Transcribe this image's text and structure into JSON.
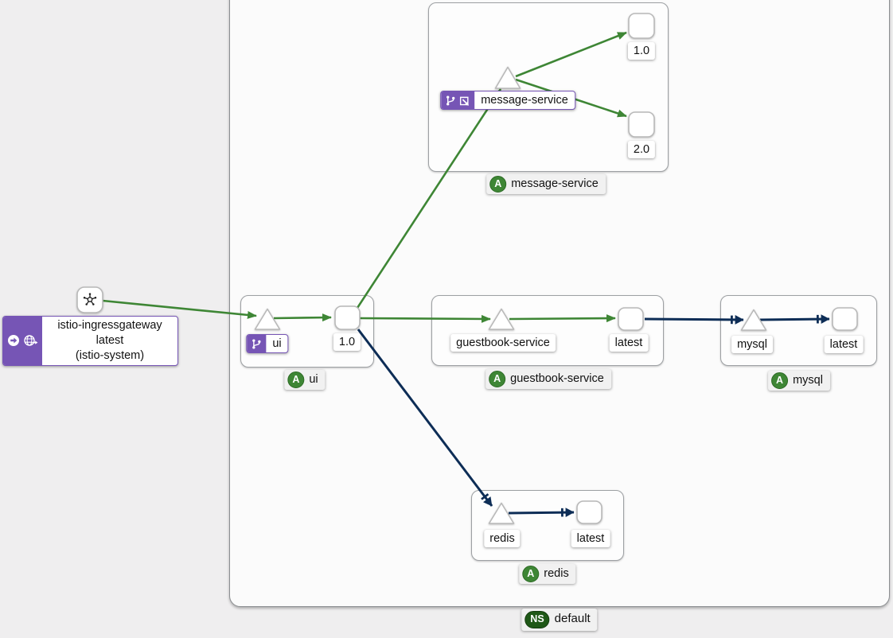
{
  "colors": {
    "http_edge_green": "#3e8635",
    "tcp_edge_navy": "#0d2d56",
    "istio_badge_purple": "#7655b5",
    "app_badge_green": "#3e8635",
    "ns_badge_green": "#1f5817"
  },
  "namespace_label": {
    "badge": "NS",
    "name": "default"
  },
  "gateway": {
    "node_icon": "mesh-icon",
    "badge_icons": [
      "root-traffic-icon",
      "gateway-icon"
    ],
    "title": "istio-ingressgateway",
    "version": "latest",
    "namespace": "(istio-system)"
  },
  "apps": {
    "message_service": {
      "group_badge": "A",
      "group_label": "message-service",
      "service_label": "message-service",
      "service_badge_icons": [
        "virtual-service-icon",
        "mirroring-icon"
      ],
      "versions": [
        "1.0",
        "2.0"
      ]
    },
    "ui": {
      "group_badge": "A",
      "group_label": "ui",
      "service_label": "ui",
      "service_badge_icons": [
        "virtual-service-icon"
      ],
      "versions": [
        "1.0"
      ]
    },
    "guestbook_service": {
      "group_badge": "A",
      "group_label": "guestbook-service",
      "service_label": "guestbook-service",
      "versions": [
        "latest"
      ]
    },
    "mysql": {
      "group_badge": "A",
      "group_label": "mysql",
      "service_label": "mysql",
      "versions": [
        "latest"
      ]
    },
    "redis": {
      "group_badge": "A",
      "group_label": "redis",
      "service_label": "redis",
      "versions": [
        "latest"
      ]
    }
  },
  "edges": [
    {
      "from": "istio-ingressgateway",
      "to": "ui service",
      "protocol": "http",
      "color": "#3e8635"
    },
    {
      "from": "ui service",
      "to": "ui v1.0",
      "protocol": "http",
      "color": "#3e8635"
    },
    {
      "from": "ui v1.0",
      "to": "message-service service",
      "protocol": "http",
      "color": "#3e8635"
    },
    {
      "from": "message-service service",
      "to": "message-service v1.0",
      "protocol": "http",
      "color": "#3e8635"
    },
    {
      "from": "message-service service",
      "to": "message-service v2.0",
      "protocol": "http",
      "color": "#3e8635"
    },
    {
      "from": "ui v1.0",
      "to": "guestbook-service service",
      "protocol": "http",
      "color": "#3e8635"
    },
    {
      "from": "guestbook-service service",
      "to": "guestbook-service latest",
      "protocol": "http",
      "color": "#3e8635"
    },
    {
      "from": "guestbook-service latest",
      "to": "mysql service",
      "protocol": "tcp",
      "color": "#0d2d56"
    },
    {
      "from": "mysql service",
      "to": "mysql latest",
      "protocol": "tcp",
      "color": "#0d2d56"
    },
    {
      "from": "ui v1.0",
      "to": "redis service",
      "protocol": "tcp",
      "color": "#0d2d56"
    },
    {
      "from": "redis service",
      "to": "redis latest",
      "protocol": "tcp",
      "color": "#0d2d56"
    }
  ]
}
